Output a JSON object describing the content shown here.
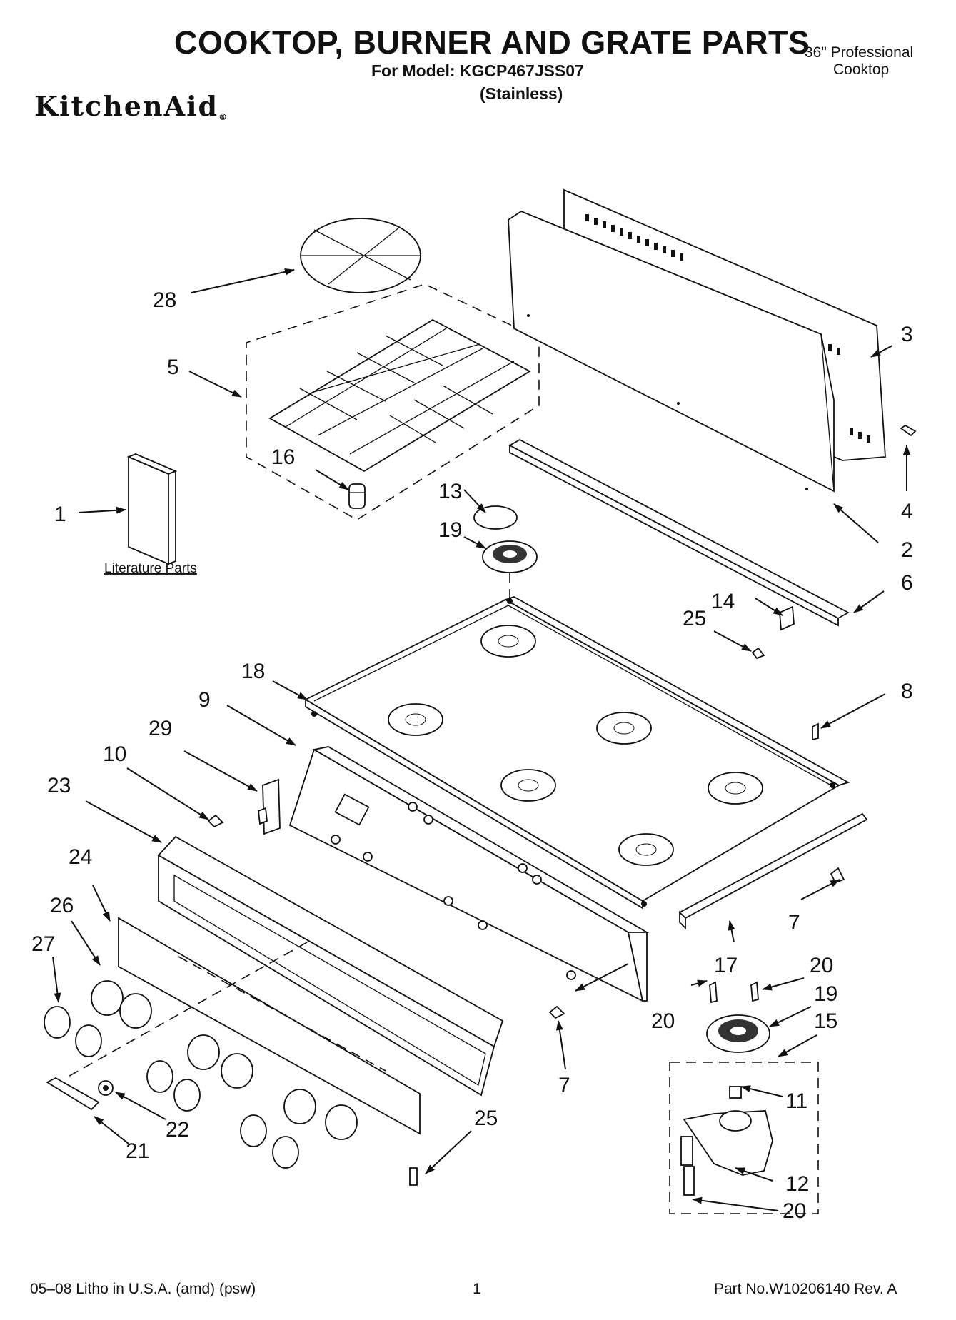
{
  "header": {
    "title": "COOKTOP, BURNER AND GRATE PARTS",
    "model_line": "For Model: KGCP467JSS07",
    "variant": "(Stainless)",
    "product_line1": "36\" Professional",
    "product_line2": "Cooktop",
    "brand": "KitchenAid",
    "brand_mark": "®"
  },
  "callouts": {
    "c1": "1",
    "c2": "2",
    "c3": "3",
    "c4": "4",
    "c5": "5",
    "c6": "6",
    "c7a": "7",
    "c7b": "7",
    "c8": "8",
    "c9": "9",
    "c10": "10",
    "c11": "11",
    "c12": "12",
    "c13": "13",
    "c14": "14",
    "c15": "15",
    "c16": "16",
    "c17": "17",
    "c18": "18",
    "c19a": "19",
    "c19b": "19",
    "c20a": "20",
    "c20b": "20",
    "c20c": "20",
    "c21": "21",
    "c22": "22",
    "c23": "23",
    "c24": "24",
    "c25a": "25",
    "c25b": "25",
    "c26": "26",
    "c27": "27",
    "c28": "28",
    "c29": "29"
  },
  "literature_label": "Literature Parts",
  "footer": {
    "left": "05–08 Litho in U.S.A. (amd) (psw)",
    "page": "1",
    "part_no": "Part No.W10206140 Rev. A"
  }
}
